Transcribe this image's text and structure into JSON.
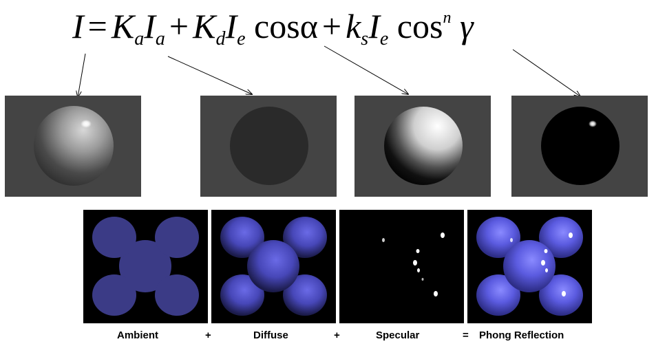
{
  "formula": {
    "I": "I",
    "eq": "=",
    "Ka": "K",
    "a_sub": "a",
    "Ia": "I",
    "a_sub2": "a",
    "plus1": "+",
    "Kd": "K",
    "d_sub": "d",
    "Ie1": "I",
    "e_sub1": "e",
    "cos1": "cos",
    "alpha": "α",
    "plus2": "+",
    "ks": "k",
    "s_sub": "s",
    "Ie2": "I",
    "e_sub2": "e",
    "cos2": "cos",
    "n_sup": "n",
    "gamma": "γ"
  },
  "labels": {
    "ambient": "Ambient",
    "plus1": "+",
    "diffuse": "Diffuse",
    "plus2": "+",
    "specular": "Specular",
    "equals": "=",
    "phong": "Phong Reflection"
  },
  "colors": {
    "sphere_background": "#444444",
    "shape_background": "#000000",
    "blob_ambient": "#3b3b86",
    "blob_diffuse": "#5a5ad8"
  }
}
